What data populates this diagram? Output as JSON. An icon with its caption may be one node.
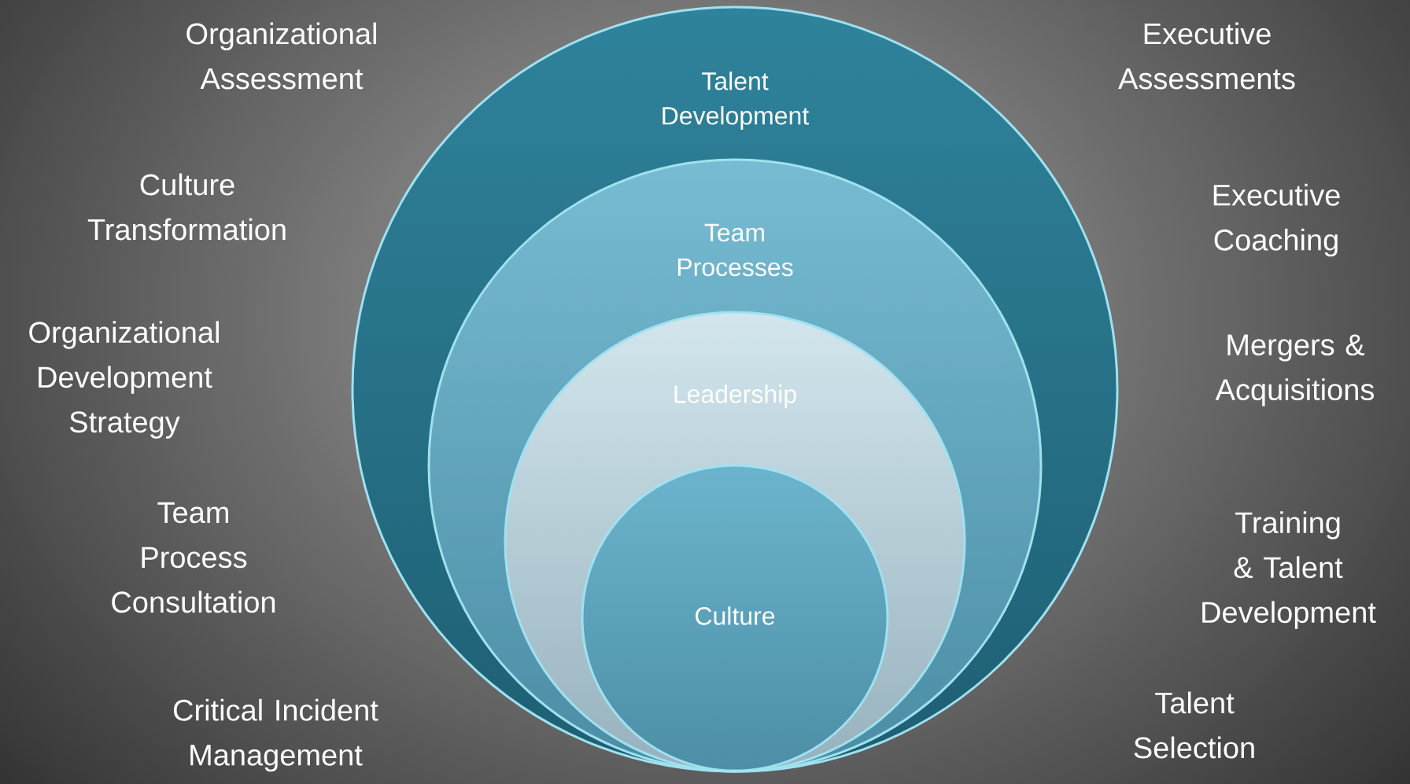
{
  "diagram": {
    "nodes": [
      {
        "text": [
          "Talent Development"
        ]
      },
      {
        "text": [
          "Team Processes"
        ],
        "in": 0
      },
      {
        "text": [
          "Leadership"
        ],
        "in": 1
      },
      {
        "text": [
          "Culture"
        ],
        "in": 2
      }
    ],
    "labels": [
      "Organizational Assessment",
      "Executive Assessments",
      "Culture Transformation",
      "Executive Coaching",
      "Organizational Development Strategy",
      "Mergers & Acquisitions",
      "Team Process Consultation",
      "Training & Talent Development",
      "Critical Incident Management",
      "Talent Selection"
    ]
  }
}
